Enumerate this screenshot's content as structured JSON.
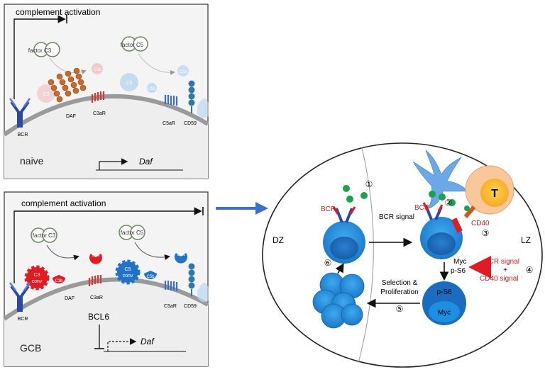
{
  "top_panel": {
    "title": "complement activation",
    "factor_c3": "factor C3",
    "factor_c5": "factor C5",
    "c3a": "C3a",
    "c3_conv": "C3",
    "c5_conv": "C5",
    "c5b": "C5b",
    "c5a": "C5a",
    "bcr": "BCR",
    "daf": "DAF",
    "c3ar": "C3aR",
    "c5ar": "C5aR",
    "cd59": "CD59",
    "state": "naive",
    "gene": "Daf"
  },
  "bottom_panel": {
    "title": "complement activation",
    "factor_c3": "factor C3",
    "factor_c5": "factor C5",
    "c3a": "C3a",
    "c3_conv_1": "C3",
    "c3_conv_2": "conv",
    "c3b": "C3b",
    "c5_conv_1": "C5",
    "c5_conv_2": "conv",
    "c5b": "C5b",
    "c5a": "C5a",
    "bcr": "BCR",
    "daf": "DAF",
    "c3ar": "C3aR",
    "c5ar": "C5aR",
    "cd59": "CD59",
    "bcl6": "BCL6",
    "state": "GCB",
    "gene": "Daf"
  },
  "germinal_center": {
    "dz": "DZ",
    "lz": "LZ",
    "step1": "①",
    "step2": "②",
    "step3": "③",
    "step4": "④",
    "step5": "⑤",
    "step6": "⑥",
    "bcr_left": "BCR",
    "bcr_signal": "BCR signal",
    "bcr_right": "BCR",
    "t_cell": "T",
    "cd40": "CD40",
    "myc": "Myc",
    "ps6": "p-S6",
    "cell_ps6": "p-S6",
    "cell_myc": "Myc",
    "signal_bcr": "BCR signal",
    "signal_plus": "+",
    "signal_cd40": "CD40 signal",
    "selection_1": "Selection &",
    "selection_2": "Proliferation"
  },
  "colors": {
    "red": "#e11b22",
    "blue": "#1f73c9",
    "cell_blue": "#1c8fe0",
    "cell_dark": "#1a5fa8",
    "daf_brown": "#c86a2a",
    "arrow_blue": "#3b6fd4"
  }
}
